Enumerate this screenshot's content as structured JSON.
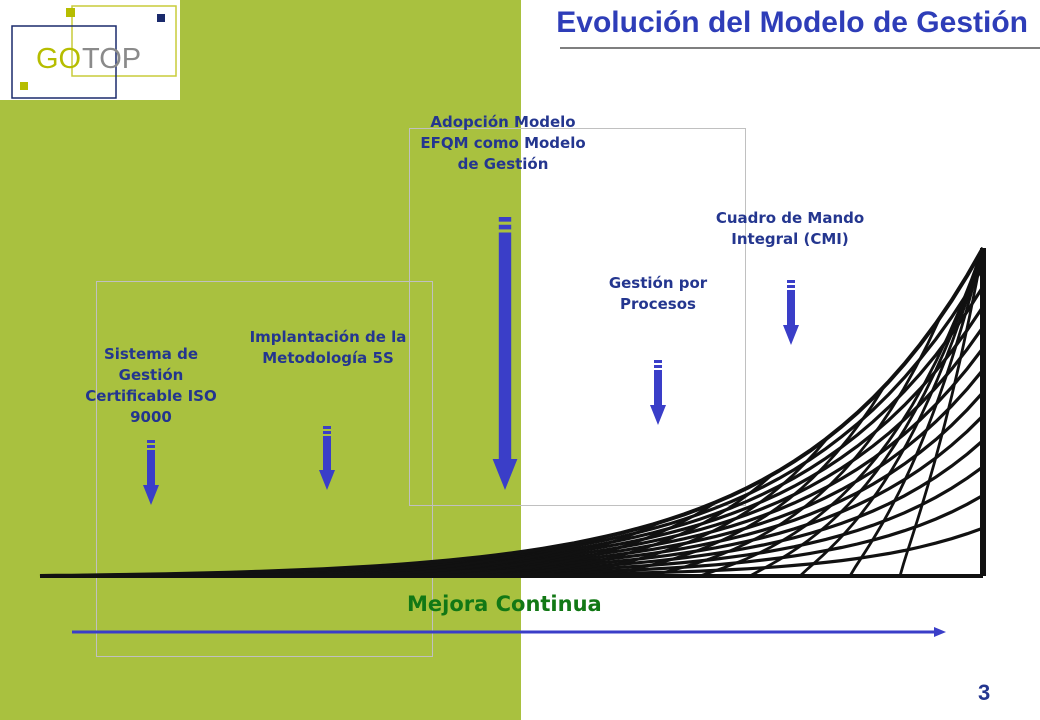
{
  "logo": {
    "text_go": "GO",
    "text_top": "TOP",
    "colors": {
      "olive": "#b6bd00",
      "navy": "#1a2a6c",
      "gray": "#8a8a8a"
    }
  },
  "header": {
    "title": "Evolución del Modelo de Gestión"
  },
  "milestones": [
    {
      "label": "Sistema de Gestión Certificable ISO 9000"
    },
    {
      "label": "Implantación de la Metodología 5S"
    },
    {
      "label": "Adopción Modelo EFQM como Modelo de Gestión"
    },
    {
      "label": "Gestión por Procesos"
    },
    {
      "label": "Cuadro de Mando Integral (CMI)"
    }
  ],
  "axis": {
    "label": "Mejora Continua"
  },
  "footer": {
    "page_number": "3"
  },
  "colors": {
    "green_panel": "#a9c13f",
    "arrow_blue": "#3a3ec8",
    "label_blue": "#24368f",
    "title_blue": "#2e3db8",
    "mejora_green": "#127815"
  }
}
